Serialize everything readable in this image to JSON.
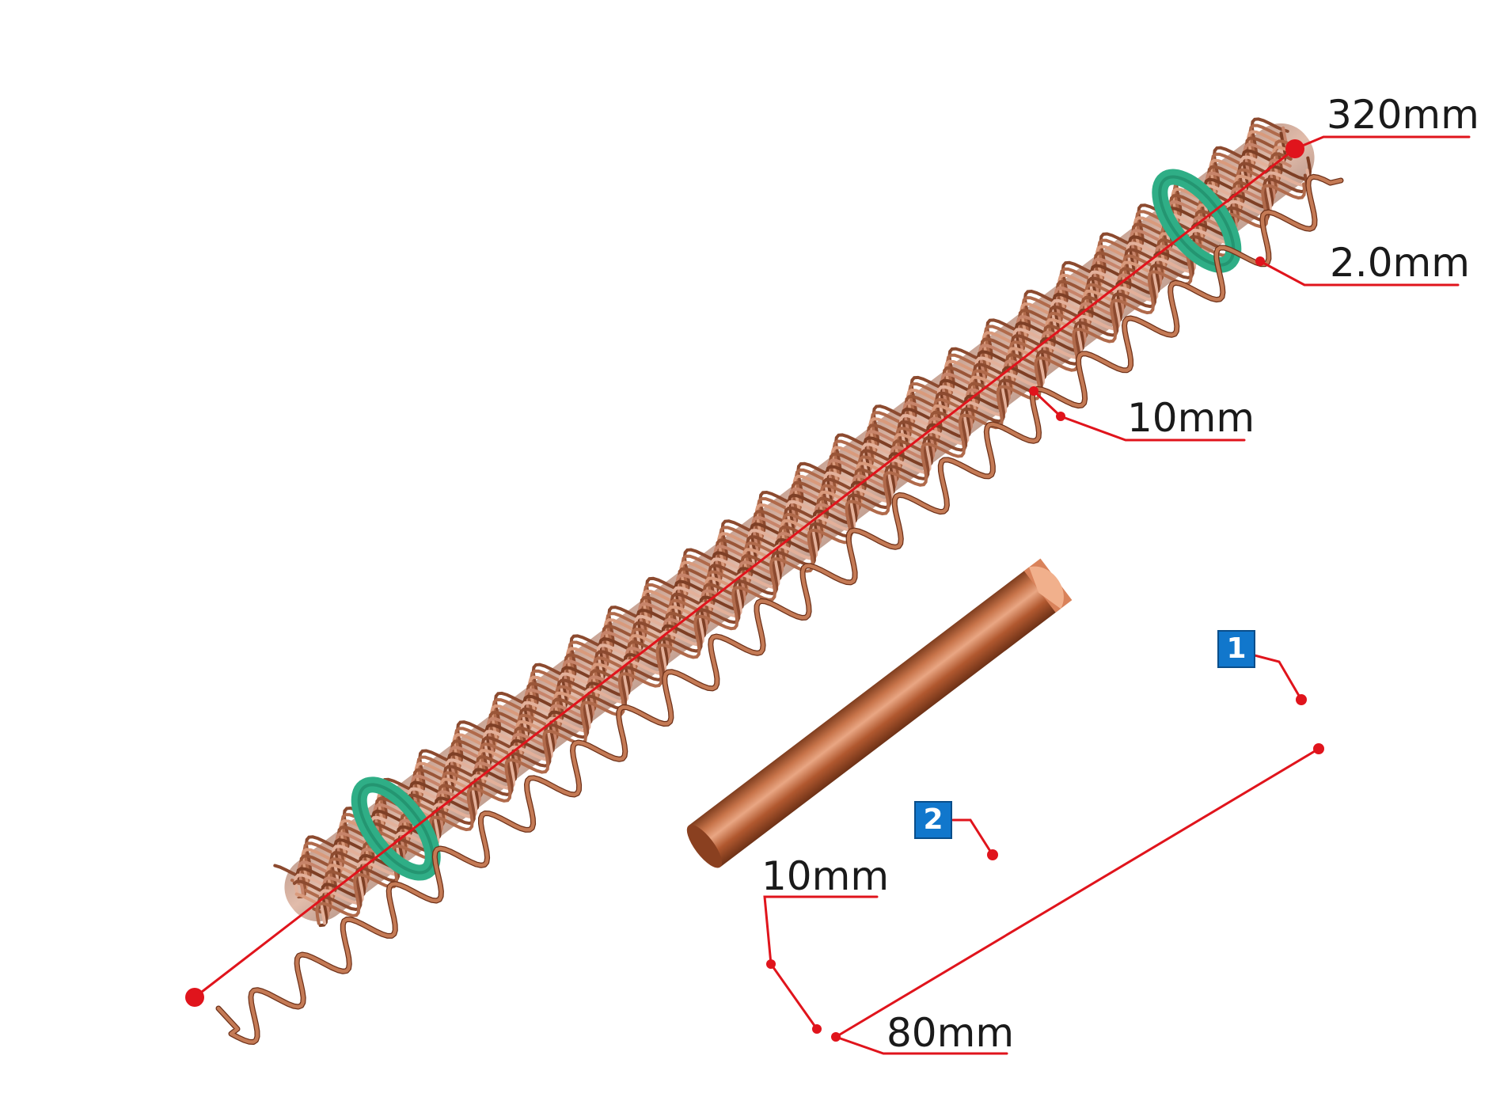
{
  "labels": {
    "bundle_length": "320mm",
    "wire_diameter": "2.0mm",
    "wave_pitch": "10mm",
    "rod_diameter": "10mm",
    "rod_length": "80mm"
  },
  "badges": {
    "rod_end": "1",
    "rod_body": "2"
  },
  "colors": {
    "annotation": "#e0141c",
    "copper": "#b8643a",
    "copper_light": "#e3a27c",
    "rubber_band": "#2fae86",
    "badge": "#1177cc"
  }
}
